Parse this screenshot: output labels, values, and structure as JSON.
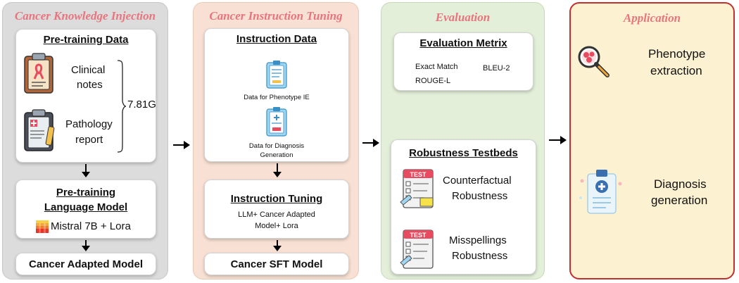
{
  "panels": {
    "injection": {
      "title": "Cancer Knowledge Injection",
      "pretraining_data": {
        "title": "Pre-training Data",
        "clinical_notes": [
          "Clinical",
          "notes"
        ],
        "pathology_report": [
          "Pathology",
          "report"
        ],
        "size": "7.81G"
      },
      "pretraining_model": {
        "title_line1": "Pre-training",
        "title_line2": "Language Model",
        "model": "Mistral 7B + Lora"
      },
      "output": "Cancer Adapted Model"
    },
    "instruction": {
      "title": "Cancer Instruction Tuning",
      "data": {
        "title": "Instruction Data",
        "item1": "Data for Phenotype IE",
        "item2_line1": "Data for Diagnosis",
        "item2_line2": "Generation"
      },
      "tuning": {
        "title": "Instruction Tuning",
        "line1": "LLM+ Cancer Adapted",
        "line2": "Model+ Lora"
      },
      "output": "Cancer SFT Model"
    },
    "evaluation": {
      "title": "Evaluation",
      "metrics": {
        "title": "Evaluation Metrix",
        "exact_match": "Exact Match",
        "bleu": "BLEU-2",
        "rouge": "ROUGE-L"
      },
      "robustness": {
        "title": "Robustness Testbeds",
        "item1": [
          "Counterfactual",
          "Robustness"
        ],
        "item2": [
          "Misspellings",
          "Robustness"
        ],
        "badge": "TEST"
      }
    },
    "application": {
      "title": "Application",
      "item1": [
        "Phenotype",
        "extraction"
      ],
      "item2": [
        "Diagnosis",
        "generation"
      ]
    }
  },
  "colors": {
    "panel1_bg": "#dcdcdc",
    "panel2_bg": "#f8e1d4",
    "panel3_bg": "#e3efd9",
    "panel4_bg": "#fcf2d1",
    "panel4_border": "#c03030",
    "title_color": "#e8757e"
  },
  "icons": [
    "clipboard-ribbon-icon",
    "clipboard-medical-icon",
    "document-icon",
    "test-checklist-icon",
    "magnifier-icon",
    "clipboard-plus-icon",
    "mistral-logo-icon"
  ]
}
